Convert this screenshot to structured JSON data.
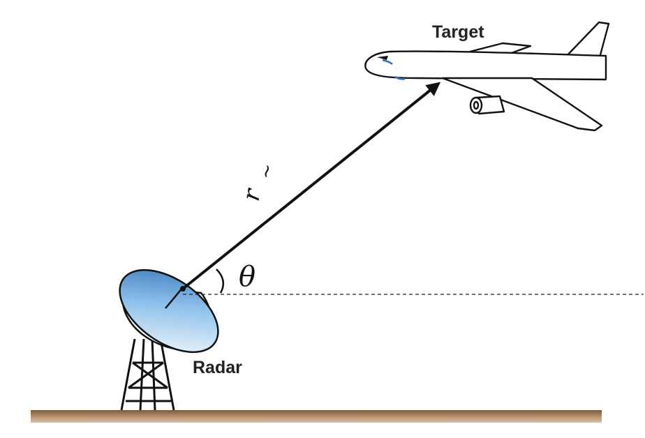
{
  "labels": {
    "target": "Target",
    "radar": "Radar",
    "vector": "r",
    "vector_mark": "~",
    "angle": "θ"
  },
  "colors": {
    "ground": "#8b6a4a",
    "dish_fill": "#8fc1ea",
    "ink": "#111111"
  }
}
